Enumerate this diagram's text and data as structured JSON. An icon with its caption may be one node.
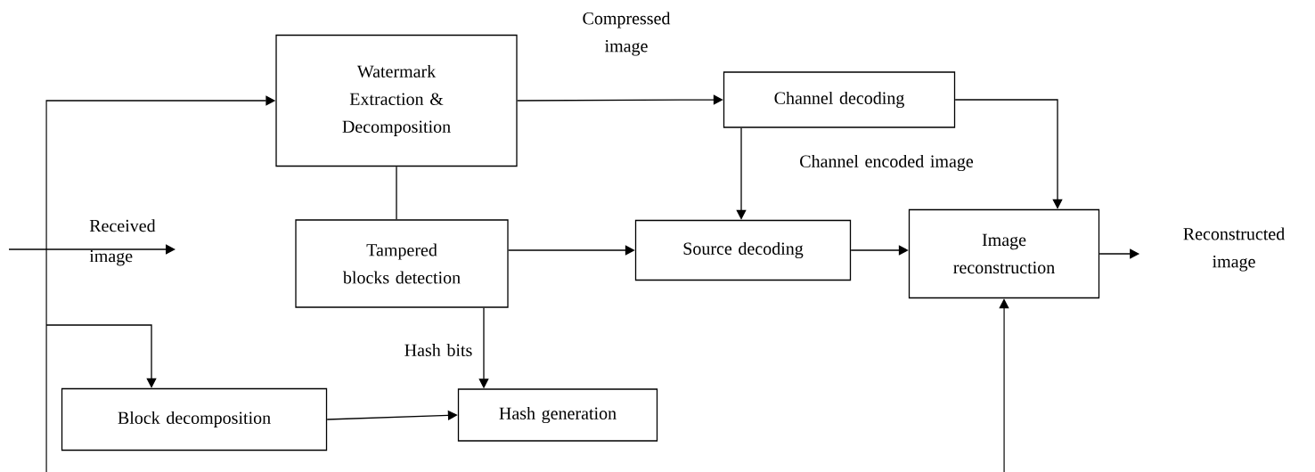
{
  "diagram": {
    "nodes": [
      {
        "text": [
          "Watermark Extraction & Decomposition"
        ]
      },
      {
        "text": [
          "Channel decoding"
        ]
      },
      {
        "text": [
          "Tampered blocks detection"
        ]
      },
      {
        "text": [
          "Source decoding"
        ]
      },
      {
        "text": [
          "Image reconstruction"
        ]
      },
      {
        "text": [
          "Block decomposition"
        ]
      },
      {
        "text": [
          "Hash generation"
        ]
      }
    ],
    "edges": [
      {
        "from": 0,
        "to": 1,
        "arrow": "to",
        "label": "Compressed image"
      },
      {
        "from": 0,
        "to": 2,
        "arrow": "none"
      },
      {
        "from": 1,
        "to": 3,
        "arrow": "to",
        "label": "Channel encoded image"
      },
      {
        "from": 1,
        "to": 4,
        "arrow": "to"
      },
      {
        "from": 2,
        "to": 3,
        "arrow": "to"
      },
      {
        "from": 3,
        "to": 4,
        "arrow": "to"
      },
      {
        "from": 2,
        "to": 6,
        "arrow": "to",
        "label": "Hash bits"
      },
      {
        "from": 5,
        "to": 6,
        "arrow": "to"
      },
      {
        "from": 4,
        "to": null,
        "arrow": "to"
      },
      {
        "from": null,
        "to": 0,
        "arrow": "to"
      },
      {
        "from": null,
        "to": 5,
        "arrow": "to"
      },
      {
        "from": null,
        "to": 4,
        "arrow": "to"
      }
    ],
    "labels": [
      "Received image",
      "Reconstructed image"
    ]
  }
}
